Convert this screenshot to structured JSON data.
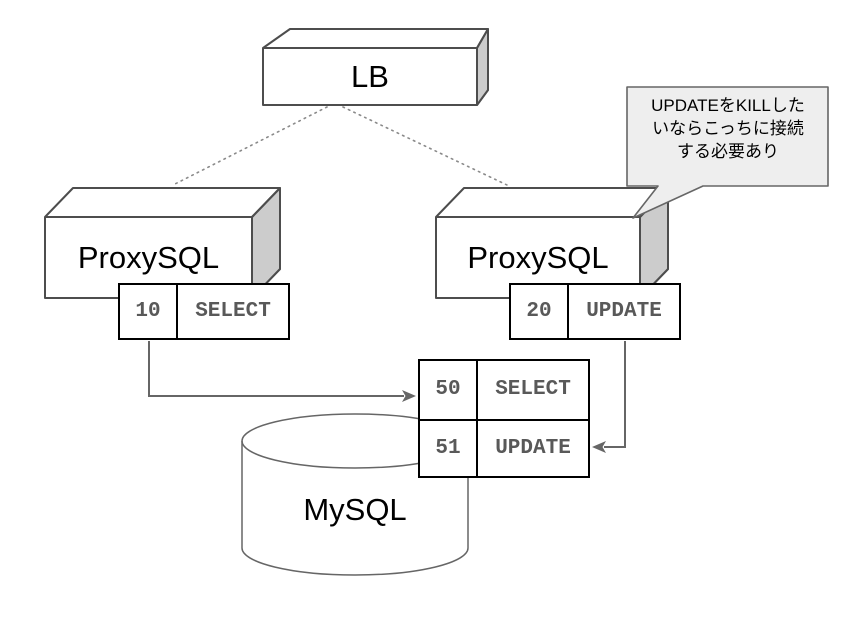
{
  "colors": {
    "node_stroke": "#4d4d4d",
    "node_front_fill": "#ffffff",
    "node_side_fill": "#cccccc",
    "table_border": "#000000",
    "table_text": "#595959",
    "arrow": "#666666",
    "dotted_link": "#8a8a8a",
    "cylinder_stroke": "#666666",
    "callout_fill": "#eeeeee",
    "callout_stroke": "#666666"
  },
  "nodes": {
    "lb": {
      "label": "LB"
    },
    "proxysql_left": {
      "label": "ProxySQL"
    },
    "proxysql_right": {
      "label": "ProxySQL"
    },
    "mysql": {
      "label": "MySQL"
    }
  },
  "session_tables": {
    "proxysql_left": {
      "rows": [
        {
          "id": "10",
          "query": "SELECT"
        }
      ]
    },
    "proxysql_right": {
      "rows": [
        {
          "id": "20",
          "query": "UPDATE"
        }
      ]
    },
    "mysql": {
      "rows": [
        {
          "id": "50",
          "query": "SELECT"
        },
        {
          "id": "51",
          "query": "UPDATE"
        }
      ]
    }
  },
  "callout": {
    "text": "UPDATEをKILLしたいならこっちに接続する必要あり",
    "lines": [
      "UPDATEをKILLした",
      "いならこっちに接続",
      "する必要あり"
    ]
  }
}
